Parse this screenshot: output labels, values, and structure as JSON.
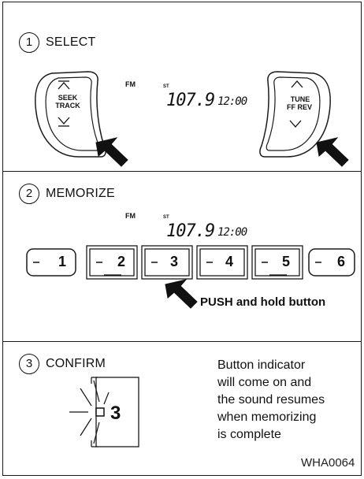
{
  "step1": {
    "number": "1",
    "title": "SELECT"
  },
  "step2": {
    "number": "2",
    "title": "MEMORIZE"
  },
  "step3": {
    "number": "3",
    "title": "CONFIRM"
  },
  "display": {
    "band": "FM",
    "stereo": "ST",
    "frequency": "107.9",
    "clock": "12:00"
  },
  "left_switch": {
    "line1": "SEEK",
    "line2": "TRACK"
  },
  "right_switch": {
    "line1": "TUNE",
    "line2": "FF REV"
  },
  "presets": [
    "1",
    "2",
    "3",
    "4",
    "5",
    "6"
  ],
  "push_label": "PUSH and hold button",
  "confirm_button": "3",
  "confirm_note": [
    "Button indicator",
    "will come on and",
    "the sound resumes",
    "when memorizing",
    "is complete"
  ],
  "figure_code": "WHA0064",
  "colors": {
    "line": "#1a1a1a",
    "arrow_fill": "#111111",
    "background": "#ffffff"
  }
}
